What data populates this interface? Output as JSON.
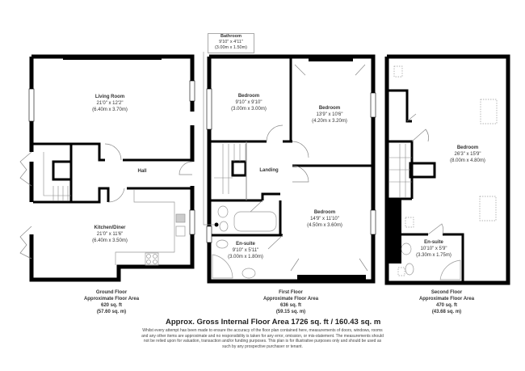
{
  "floors": [
    {
      "name": "Ground Floor",
      "area_label": "Approximate Floor Area",
      "area_sqft": "620 sq. ft",
      "area_sqm": "(57.60 sq. m)",
      "rooms": [
        {
          "name": "Living Room",
          "imperial": "21'0\" x 12'2\"",
          "metric": "(6.40m x 3.70m)"
        },
        {
          "name": "Hall",
          "imperial": "",
          "metric": ""
        },
        {
          "name": "Kitchen/Diner",
          "imperial": "21'0\" x 11'6\"",
          "metric": "(6.40m x 3.50m)"
        }
      ]
    },
    {
      "name": "First Floor",
      "area_label": "Approximate Floor Area",
      "area_sqft": "636 sq. ft",
      "area_sqm": "(59.15 sq. m)",
      "rooms": [
        {
          "name": "Bedroom",
          "imperial": "9'10\" x 9'10\"",
          "metric": "(3.00m x 3.00m)"
        },
        {
          "name": "Bedroom",
          "imperial": "13'9\" x 10'6\"",
          "metric": "(4.20m x 3.20m)"
        },
        {
          "name": "Landing",
          "imperial": "",
          "metric": ""
        },
        {
          "name": "Bedroom",
          "imperial": "14'9\" x 11'10\"",
          "metric": "(4.50m x 3.60m)"
        },
        {
          "name": "En-suite",
          "imperial": "9'10\" x 5'11\"",
          "metric": "(3.00m x 1.80m)"
        },
        {
          "name": "Bathroom",
          "imperial": "9'10\" x 4'11\"",
          "metric": "(3.00m x 1.50m)"
        }
      ]
    },
    {
      "name": "Second Floor",
      "area_label": "Approximate Floor Area",
      "area_sqft": "470 sq. ft",
      "area_sqm": "(43.68 sq. m)",
      "rooms": [
        {
          "name": "Bedroom",
          "imperial": "26'3\" x 15'9\"",
          "metric": "(8.00m x 4.80m)"
        },
        {
          "name": "En-suite",
          "imperial": "10'10\" x 5'9\"",
          "metric": "(3.30m x 1.75m)"
        }
      ]
    }
  ],
  "total": "Approx. Gross Internal Floor Area 1726 sq. ft / 160.43 sq. m",
  "disclaimer": "Whilst every attempt has been made to ensure the accuracy of the floor plan contained here, measurements of doors, windows, rooms and any other items are approximate and no responsibility is taken for any error, omission, or mis-statement. The measurements should not be relied upon for valuation, transaction and/or funding purposes. This plan is for illustrative purposes only and should be used as such by any prospective purchaser or tenant.",
  "colors": {
    "wall": "#000000",
    "fixture": "#999999",
    "background": "#ffffff"
  }
}
